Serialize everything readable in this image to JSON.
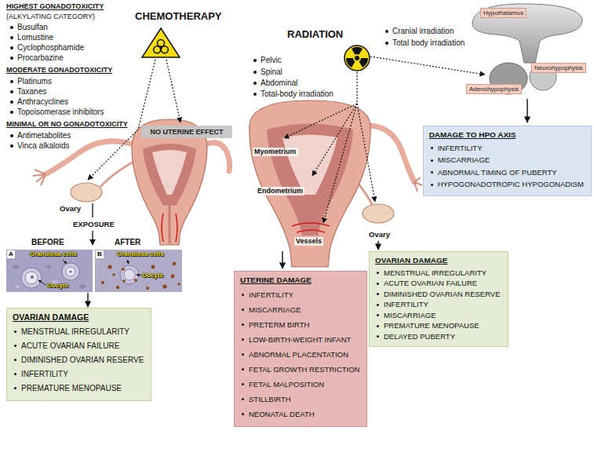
{
  "diagram": {
    "nodes": [
      {
        "text": [
          "NO UTERINE EFFECT"
        ]
      },
      {
        "text": [
          "BEFORE",
          "A",
          "Granulosa cells",
          "Oocyte"
        ]
      },
      {
        "text": [
          "AFTER",
          "B",
          "Granulosa cells",
          "Oocyte"
        ]
      },
      {
        "text": [
          "OVARIAN DAMAGE",
          "MENSTRUAL IRREGULARITY",
          "ACUTE OVARIAN FAILURE",
          "DIMINISHED OVARIAN RESERVE",
          "INFERTILITY",
          "PREMATURE MENOPAUSE"
        ]
      },
      {
        "text": [
          "Hypothalamus"
        ]
      },
      {
        "text": [
          "Neurohypophysis"
        ]
      },
      {
        "text": [
          "Adenohypophysis"
        ]
      },
      {
        "text": [
          "DAMAGE TO HPO AXIS",
          "INFERTILITY",
          "MISCARRIAGE",
          "ABNORMAL TIMING OF PUBERTY",
          "HYPOGONADOTROPIC HYPOGONADISM"
        ]
      },
      {
        "text": [
          "OVARIAN DAMAGE",
          "MENSTRUAL IRREGULARITY",
          "ACUTE OVARIAN FAILURE",
          "DIMINISHED OVARIAN RESERVE",
          "INFERTILITY",
          "MISCARRIAGE",
          "PREMATURE MENOPAUSE",
          "DELAYED PUBERTY"
        ]
      },
      {
        "text": [
          "UTERINE DAMAGE",
          "INFERTILITY",
          "MISCARRIAGE",
          "PRETERM BIRTH",
          "LOW-BIRTH-WEIGHT INFANT",
          "ABNORMAL PLACENTATION",
          "FETAL GROWTH RESTRICTION",
          "FETAL MALPOSITION",
          "STILLBIRTH",
          "NEONATAL DEATH"
        ]
      }
    ],
    "edges": [
      {
        "from": 1,
        "to": 3,
        "arrow": "to"
      }
    ],
    "labels": [
      "HIGHEST GONADOTOXICITY",
      "(ALKYLATING CATEGORY)",
      "Busulfan",
      "Lomustine",
      "Cyclophosphamide",
      "Procarbazine",
      "MODERATE GONADOTOXICITY",
      "Platinums",
      "Taxanes",
      "Anthracyclines",
      "Topoisomerase inhibitors",
      "MINIMAL OR NO GONADOTOXICITY",
      "Antimetabolites",
      "Vinca alkaloids",
      "CHEMOTHERAPY",
      "Ovary",
      "EXPOSURE",
      "RADIATION",
      "Pelvic",
      "Spinal",
      "Abdominal",
      "Total-body irradiation",
      "Cranial irradiation",
      "Total body irradiation",
      "Myometrium",
      "Endometrium",
      "Vessels",
      "Ovary"
    ]
  }
}
